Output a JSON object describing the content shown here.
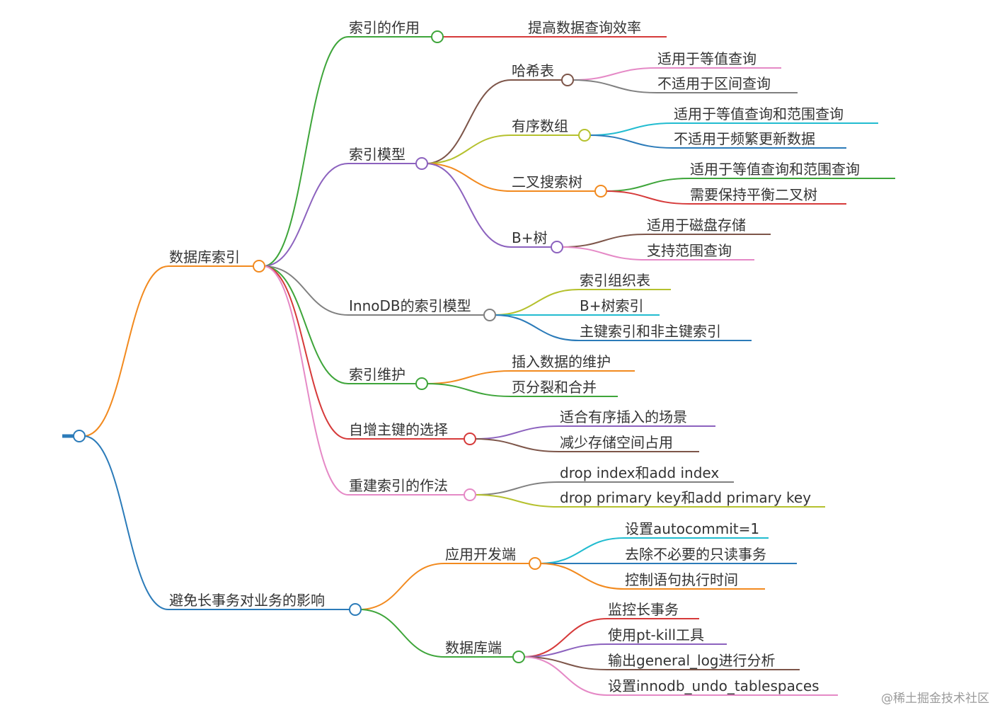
{
  "mindmap": {
    "root": {
      "color": "#2b7bb9"
    },
    "nodes": [
      {
        "id": "n1",
        "parent": "root",
        "label": "数据库索引",
        "color": "#f28a1f"
      },
      {
        "id": "n1a",
        "parent": "n1",
        "label": "索引的作用",
        "color": "#3ea53a"
      },
      {
        "id": "n1a1",
        "parent": "n1a",
        "label": "提高数据查询效率",
        "color": "#d63a3a"
      },
      {
        "id": "n1b",
        "parent": "n1",
        "label": "索引模型",
        "color": "#8c62be"
      },
      {
        "id": "n1b1",
        "parent": "n1b",
        "label": "哈希表",
        "color": "#7d5549"
      },
      {
        "id": "n1b1a",
        "parent": "n1b1",
        "label": "适用于等值查询",
        "color": "#e589c6"
      },
      {
        "id": "n1b1b",
        "parent": "n1b1",
        "label": "不适用于区间查询",
        "color": "#808080"
      },
      {
        "id": "n1b2",
        "parent": "n1b",
        "label": "有序数组",
        "color": "#b5c12e"
      },
      {
        "id": "n1b2a",
        "parent": "n1b2",
        "label": "适用于等值查询和范围查询",
        "color": "#22bcd0"
      },
      {
        "id": "n1b2b",
        "parent": "n1b2",
        "label": "不适用于频繁更新数据",
        "color": "#2b7bb9"
      },
      {
        "id": "n1b3",
        "parent": "n1b",
        "label": "二叉搜索树",
        "color": "#f28a1f"
      },
      {
        "id": "n1b3a",
        "parent": "n1b3",
        "label": "适用于等值查询和范围查询",
        "color": "#3ea53a"
      },
      {
        "id": "n1b3b",
        "parent": "n1b3",
        "label": "需要保持平衡二叉树",
        "color": "#d63a3a"
      },
      {
        "id": "n1b4",
        "parent": "n1b",
        "label": "B+树",
        "color": "#8c62be"
      },
      {
        "id": "n1b4a",
        "parent": "n1b4",
        "label": "适用于磁盘存储",
        "color": "#7d5549"
      },
      {
        "id": "n1b4b",
        "parent": "n1b4",
        "label": "支持范围查询",
        "color": "#e589c6"
      },
      {
        "id": "n1c",
        "parent": "n1",
        "label": "InnoDB的索引模型",
        "color": "#808080"
      },
      {
        "id": "n1c1",
        "parent": "n1c",
        "label": "索引组织表",
        "color": "#b5c12e"
      },
      {
        "id": "n1c2",
        "parent": "n1c",
        "label": "B+树索引",
        "color": "#22bcd0"
      },
      {
        "id": "n1c3",
        "parent": "n1c",
        "label": "主键索引和非主键索引",
        "color": "#2b7bb9"
      },
      {
        "id": "n1d",
        "parent": "n1",
        "label": "索引维护",
        "color": "#3ea53a"
      },
      {
        "id": "n1d1",
        "parent": "n1d",
        "label": "插入数据的维护",
        "color": "#f28a1f"
      },
      {
        "id": "n1d2",
        "parent": "n1d",
        "label": "页分裂和合并",
        "color": "#3ea53a"
      },
      {
        "id": "n1e",
        "parent": "n1",
        "label": "自增主键的选择",
        "color": "#d63a3a"
      },
      {
        "id": "n1e1",
        "parent": "n1e",
        "label": "适合有序插入的场景",
        "color": "#8c62be"
      },
      {
        "id": "n1e2",
        "parent": "n1e",
        "label": "减少存储空间占用",
        "color": "#7d5549"
      },
      {
        "id": "n1f",
        "parent": "n1",
        "label": "重建索引的作法",
        "color": "#e589c6"
      },
      {
        "id": "n1f1",
        "parent": "n1f",
        "label": "drop index和add index",
        "color": "#808080"
      },
      {
        "id": "n1f2",
        "parent": "n1f",
        "label": "drop primary key和add primary key",
        "color": "#b5c12e"
      },
      {
        "id": "n2",
        "parent": "root",
        "label": "避免长事务对业务的影响",
        "color": "#2b7bb9"
      },
      {
        "id": "n2a",
        "parent": "n2",
        "label": "应用开发端",
        "color": "#f28a1f"
      },
      {
        "id": "n2a1",
        "parent": "n2a",
        "label": "设置autocommit=1",
        "color": "#22bcd0"
      },
      {
        "id": "n2a2",
        "parent": "n2a",
        "label": "去除不必要的只读事务",
        "color": "#2b7bb9"
      },
      {
        "id": "n2a3",
        "parent": "n2a",
        "label": "控制语句执行时间",
        "color": "#f28a1f"
      },
      {
        "id": "n2b",
        "parent": "n2",
        "label": "数据库端",
        "color": "#3ea53a"
      },
      {
        "id": "n2b1",
        "parent": "n2b",
        "label": "监控长事务",
        "color": "#d63a3a"
      },
      {
        "id": "n2b2",
        "parent": "n2b",
        "label": "使用pt-kill工具",
        "color": "#8c62be"
      },
      {
        "id": "n2b3",
        "parent": "n2b",
        "label": "输出general_log进行分析",
        "color": "#7d5549"
      },
      {
        "id": "n2b4",
        "parent": "n2b",
        "label": "设置innodb_undo_tablespaces",
        "color": "#e589c6"
      }
    ]
  },
  "watermark": "@稀土掘金技术社区"
}
